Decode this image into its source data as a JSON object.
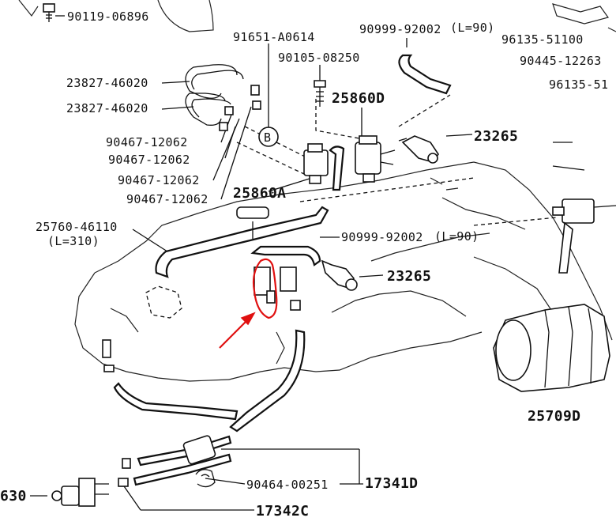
{
  "labels": {
    "p1": "90119-06896",
    "p2": "91651-A0614",
    "p3": "90105-08250",
    "p4": "90999-92002",
    "p5": "(L=90)",
    "p6": "96135-51100",
    "p7": "90445-12263",
    "p8": "96135-51",
    "p9": "23827-46020",
    "p10": "23827-46020",
    "p11": "25860D",
    "p12": "23265",
    "p13": "90467-12062",
    "p14": "90467-12062",
    "p15": "90467-12062",
    "p16": "90467-12062",
    "p17": "25860A",
    "p18": "B",
    "p19": "25760-46110",
    "p20": "(L=310)",
    "p21": "90999-92002",
    "p22": "(L=90)",
    "p23": "23265",
    "p24": "25709D",
    "p25": "630",
    "p26": "90464-00251",
    "p27": "17341D",
    "p28": "17342C"
  },
  "colors": {
    "line": "#111111",
    "annotation": "#e01010"
  }
}
